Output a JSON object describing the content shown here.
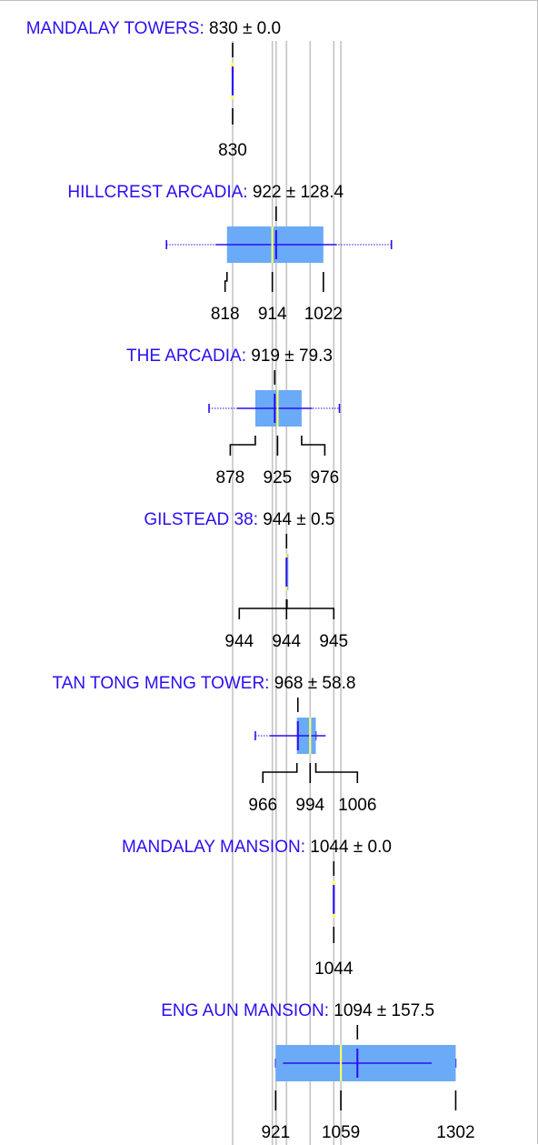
{
  "chart_data": {
    "type": "boxplot",
    "orientation": "horizontal",
    "title": "",
    "xlabel": "",
    "ylabel": "",
    "grid": false,
    "legend": "none",
    "colors": {
      "category_label": "#2a0ff0",
      "box_fill": "#6aaaf7",
      "median_line": "#ffff66",
      "mean_line": "#2a0ff0",
      "whisker": "#2a0ff0",
      "reference_line": "#c4c4c4",
      "annotation": "#000000"
    },
    "series": [
      {
        "name": "MANDALAY TOWERS",
        "mean": 830,
        "std": 0.0,
        "stat_text": "830 ± 0.0",
        "min": 830,
        "q1": 830,
        "median": 830,
        "q3": 830,
        "max": 830,
        "quartile_labels": [
          "830"
        ]
      },
      {
        "name": "HILLCREST ARCADIA",
        "mean": 922,
        "std": 128.4,
        "stat_text": "922 ± 128.4",
        "min": 690,
        "q1": 818,
        "median": 914,
        "q3": 1022,
        "max": 1166,
        "quartile_labels": [
          "818",
          "914",
          "1022"
        ]
      },
      {
        "name": "THE ARCADIA",
        "mean": 919,
        "std": 79.3,
        "stat_text": "919 ± 79.3",
        "min": 780,
        "q1": 878,
        "median": 925,
        "q3": 976,
        "max": 1056,
        "quartile_labels": [
          "878",
          "925",
          "976"
        ]
      },
      {
        "name": "GILSTEAD 38",
        "mean": 944,
        "std": 0.5,
        "stat_text": "944 ± 0.5",
        "min": 944,
        "q1": 944,
        "median": 944,
        "q3": 945,
        "max": 945,
        "quartile_labels": [
          "944",
          "944",
          "945"
        ]
      },
      {
        "name": "TAN TONG MENG TOWER",
        "mean": 968,
        "std": 58.8,
        "stat_text": "968 ± 58.8",
        "min": 878,
        "q1": 966,
        "median": 994,
        "q3": 1006,
        "max": 1006,
        "quartile_labels": [
          "966",
          "994",
          "1006"
        ]
      },
      {
        "name": "MANDALAY MANSION",
        "mean": 1044,
        "std": 0.0,
        "stat_text": "1044 ± 0.0",
        "min": 1044,
        "q1": 1044,
        "median": 1044,
        "q3": 1044,
        "max": 1044,
        "quartile_labels": [
          "1044"
        ]
      },
      {
        "name": "ENG AUN MANSION",
        "mean": 1094,
        "std": 157.5,
        "stat_text": "1094 ± 157.5",
        "min": 921,
        "q1": 921,
        "median": 1059,
        "q3": 1302,
        "max": 1302,
        "quartile_labels": [
          "921",
          "1059",
          "1302"
        ]
      }
    ],
    "reference_lines": [
      830,
      914,
      922,
      944,
      994,
      1044,
      1059
    ]
  }
}
